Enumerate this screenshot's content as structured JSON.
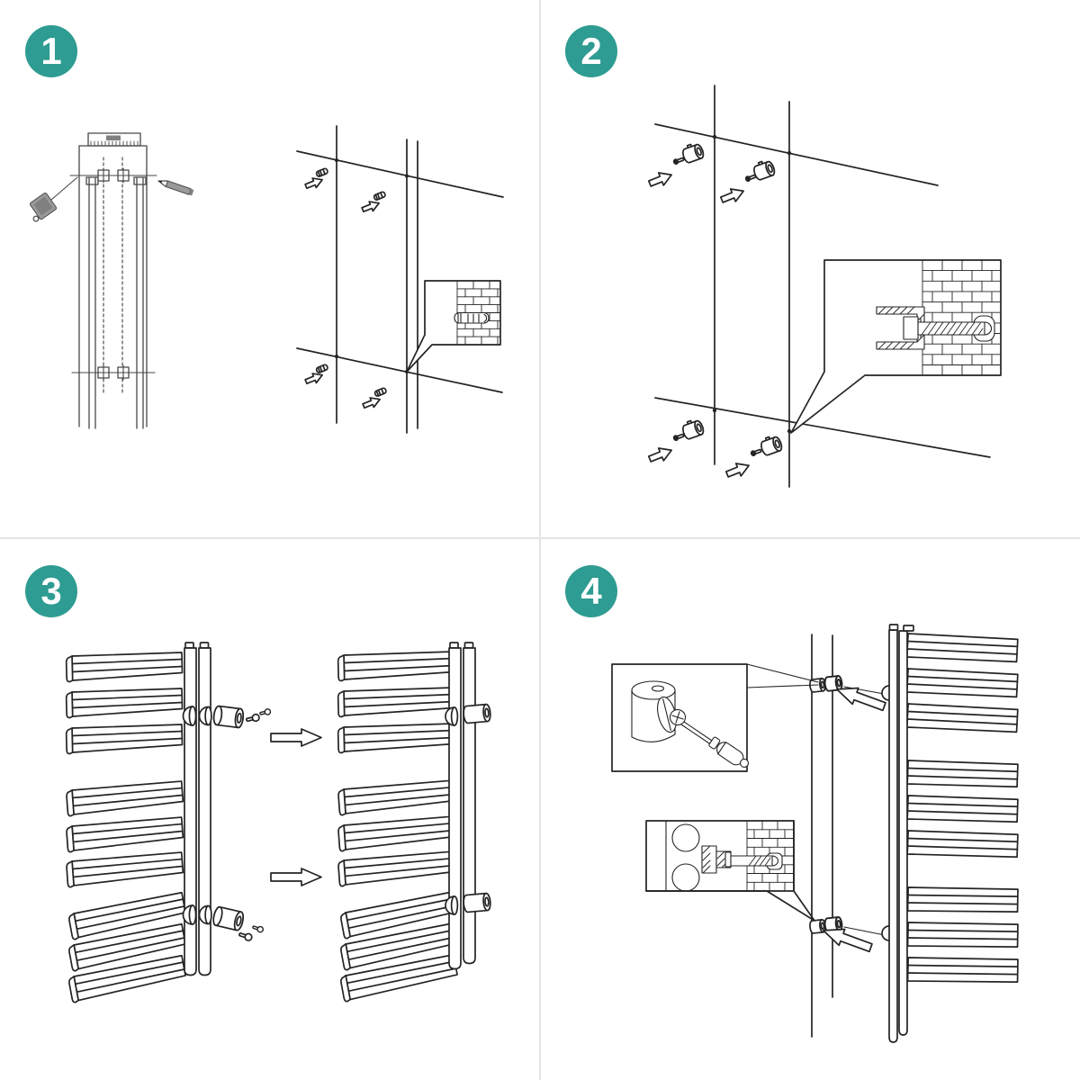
{
  "document": {
    "kind": "towel-radiator wall mounting instructions",
    "layout": "4-step grid"
  },
  "colors": {
    "accent": "#2e9c92",
    "badge_text": "#ffffff",
    "line": "#242424",
    "divider": "#e4e4e4",
    "tool_gray": "#9a9a9a"
  },
  "steps": [
    {
      "label": "1",
      "name": "mark-drill-hole-positions-on-wall-using-radiator-and-pencil"
    },
    {
      "label": "2",
      "name": "insert-wall-plugs-and-screw-in-bracket-sleeves"
    },
    {
      "label": "3",
      "name": "fit-mounting-bracket-parts-onto-radiator-rails"
    },
    {
      "label": "4",
      "name": "hang-radiator-on-wall-brackets-and-tighten-with-screwdriver"
    }
  ]
}
